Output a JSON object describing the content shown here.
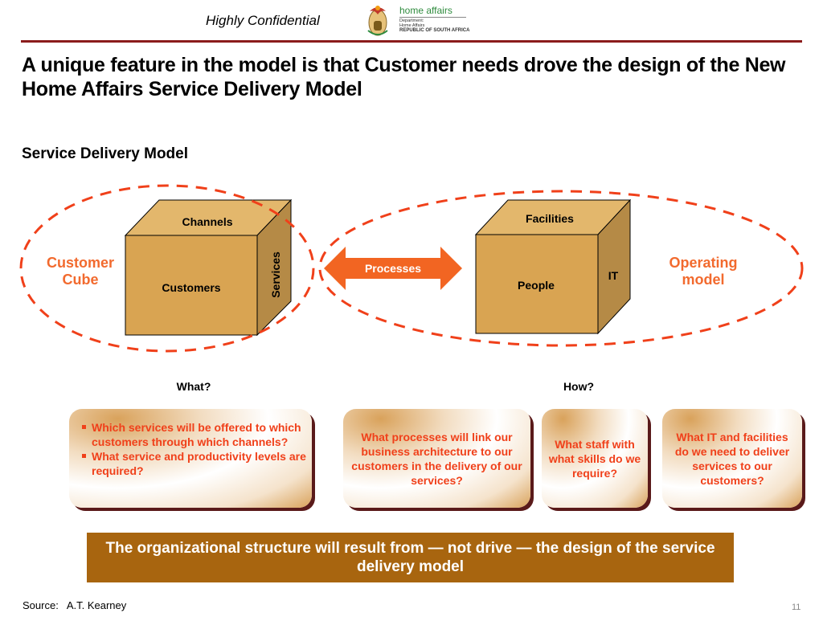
{
  "header": {
    "confidential": "Highly Confidential",
    "logo": {
      "icon": "coat-of-arms-icon",
      "title": "home affairs",
      "line1": "Department:",
      "line2": "Home Affairs",
      "line3": "REPUBLIC OF SOUTH AFRICA"
    }
  },
  "title": "A unique feature in the model is that Customer needs drove the design of the New Home Affairs Service Delivery Model",
  "subtitle": "Service Delivery Model",
  "diagram": {
    "customer_cube": {
      "label_line1": "Customer",
      "label_line2": "Cube",
      "top_face": "Channels",
      "front_face": "Customers",
      "side_face": "Services"
    },
    "processes_arrow": "Processes",
    "operating_model": {
      "label_line1": "Operating",
      "label_line2": "model",
      "top_face": "Facilities",
      "front_face": "People",
      "side_face": "IT"
    },
    "what_pill": "What?",
    "how_pill": "How?"
  },
  "questions": {
    "what_bullets": [
      "Which services will be offered to which customers through which channels?",
      "What service and productivity levels are required?"
    ],
    "how_boxes": [
      "What processes will link our business architecture to our customers in the delivery of our services?",
      "What staff with what skills do we require?",
      "What IT and facilities do we need to deliver services to our customers?"
    ]
  },
  "banner": "The organizational structure will result from — not drive — the design of the service delivery model",
  "footer": {
    "source_label": "Source:",
    "source_value": "A.T. Kearney",
    "page_number": "11"
  },
  "colors": {
    "accent_orange": "#f26a2e",
    "dash_red": "#f0401a",
    "cube_front": "#d9a452",
    "cube_top": "#e3b76c",
    "cube_side": "#b58a46",
    "banner_brown": "#a8650f",
    "rule_red": "#8b1c1c"
  }
}
